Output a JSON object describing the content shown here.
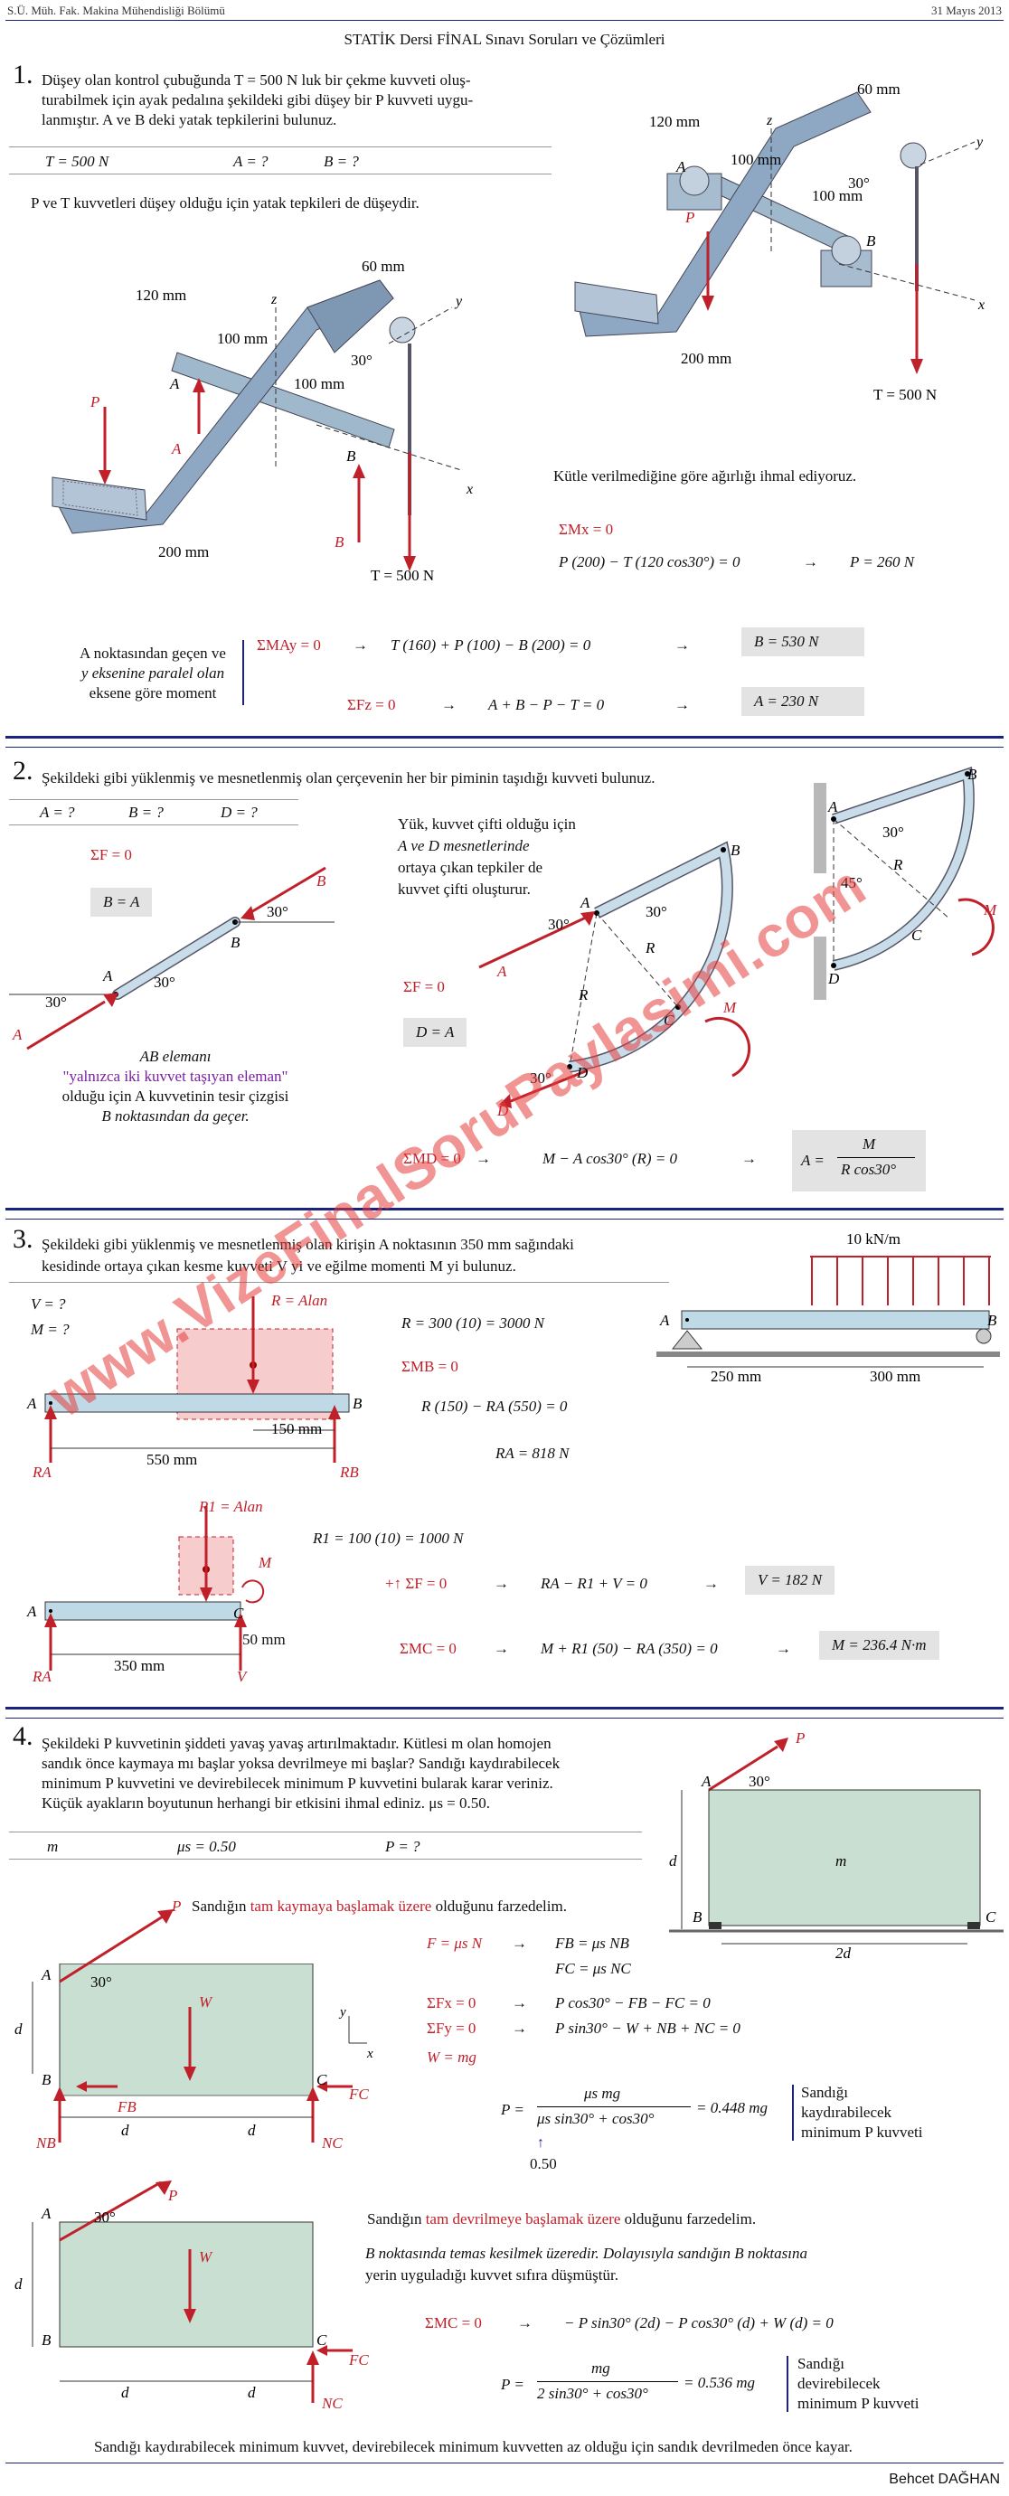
{
  "header": {
    "left": "S.Ü. Müh. Fak. Makina Mühendisliği Bölümü",
    "center": "STATİK Dersi FİNAL Sınavı Soruları ve Çözümleri",
    "right": "31 Mayıs 2013"
  },
  "p1": {
    "num": "1.",
    "text1": "Düşey olan kontrol çubuğunda T = 500 N luk bir çekme kuvveti oluş-",
    "text2": "turabilmek için ayak pedalına şekildeki gibi düşey bir P kuvveti uygu-",
    "text3": "lanmıştır. A ve B deki yatak tepkilerini bulunuz.",
    "given": [
      "T = 500 N",
      "A = ?",
      "B = ?"
    ],
    "note": "P ve T kuvvetleri düşey olduğu için yatak tepkileri de düşeydir.",
    "weight_note": "Kütle verilmediğine göre ağırlığı ihmal ediyoruz.",
    "eq1_lhs": "ΣMx = 0",
    "eq1": "P (200) − T (120 cos30°) = 0",
    "eq1_res": "P = 260 N",
    "moment_note": [
      "A noktasından geçen ve",
      "y eksenine paralel olan",
      "eksene göre moment"
    ],
    "eq2_lhs": "ΣMAy = 0",
    "eq2": "T (160) + P (100) − B (200) = 0",
    "eq2_res": "B = 530 N",
    "eq3_lhs": "ΣFz = 0",
    "eq3": "A + B − P − T = 0",
    "eq3_res": "A = 230 N",
    "fig_labels": {
      "d60": "60 mm",
      "d120": "120 mm",
      "d100a": "100 mm",
      "d100b": "100 mm",
      "d200": "200 mm",
      "a30": "30°",
      "T": "T = 500 N",
      "P": "P",
      "A": "A",
      "B": "B",
      "x": "x",
      "y": "y",
      "z": "z"
    }
  },
  "p2": {
    "num": "2.",
    "text": "Şekildeki gibi yüklenmiş ve mesnetlenmiş olan çerçevenin her bir piminin taşıdığı kuvveti bulunuz.",
    "given": [
      "A = ?",
      "B = ?",
      "D = ?"
    ],
    "sf1": "ΣF = 0",
    "bA": "B = A",
    "member_note": [
      "AB elemanı",
      "\"yalnızca iki kuvvet taşıyan eleman\"",
      "olduğu için A kuvvetinin tesir çizgisi",
      "B noktasından da geçer."
    ],
    "couple_note": [
      "Yük, kuvvet çifti olduğu için",
      "A ve D mesnetlerinde",
      "ortaya çıkan tepkiler de",
      "kuvvet çifti oluşturur."
    ],
    "sf2": "ΣF = 0",
    "dA": "D = A",
    "md_lhs": "ΣMD = 0",
    "md_eq": "M − A cos30° (R) = 0",
    "md_res_num": "M",
    "md_res_den": "R cos30°",
    "md_res_lhs": "A =",
    "fig_labels": {
      "A": "A",
      "B": "B",
      "C": "C",
      "D": "D",
      "R": "R",
      "M": "M",
      "a30": "30°",
      "a45": "45°"
    }
  },
  "p3": {
    "num": "3.",
    "text1": "Şekildeki gibi yüklenmiş ve mesnetlenmiş olan kirişin A noktasının 350 mm sağındaki",
    "text2": "kesidinde ortaya çıkan kesme kuvveti V yi ve eğilme momenti M yi bulunuz.",
    "given": [
      "V = ?",
      "M = ?"
    ],
    "load": "10 kN/m",
    "d250": "250 mm",
    "d300": "300 mm",
    "d550": "550 mm",
    "d150": "150 mm",
    "d350": "350 mm",
    "d50": "50 mm",
    "R_alan": "R = Alan",
    "R1_alan": "R1 = Alan",
    "eqR": "R = 300 (10) = 3000 N",
    "mb_lhs": "ΣMB = 0",
    "mb_eq": "R (150) − RA (550) = 0",
    "ra": "RA = 818 N",
    "eqR1": "R1 = 100 (10) = 1000 N",
    "sf_lhs": "+↑ ΣF = 0",
    "sf_eq": "RA − R1 + V = 0",
    "v_res": "V = 182 N",
    "mc_lhs": "ΣMC = 0",
    "mc_eq": "M + R1 (50) − RA (350) = 0",
    "m_res": "M = 236.4 N·m",
    "fig_labels": {
      "A": "A",
      "B": "B",
      "C": "C",
      "RA": "RA",
      "RB": "RB",
      "V": "V",
      "M": "M"
    }
  },
  "p4": {
    "num": "4.",
    "text1": "Şekildeki P kuvvetinin şiddeti yavaş yavaş artırılmaktadır. Kütlesi m olan homojen",
    "text2": "sandık önce kaymaya mı başlar yoksa devrilmeye mi başlar? Sandığı kaydırabilecek",
    "text3": "minimum P kuvvetini ve devirebilecek minimum P kuvvetini bularak karar veriniz.",
    "text4": "Küçük ayakların boyutunun herhangi bir etkisini ihmal ediniz. μs = 0.50.",
    "given": [
      "m",
      "μs = 0.50",
      "P = ?"
    ],
    "slide_pre": "Sandığın ",
    "slide_red": "tam kaymaya başlamak üzere",
    "slide_post": " olduğunu farzedelim.",
    "f_lhs": "F = μs N",
    "fb": "FB = μs NB",
    "fc": "FC = μs NC",
    "sfx_lhs": "ΣFx = 0",
    "sfx": "P cos30° − FB − FC = 0",
    "sfy_lhs": "ΣFy = 0",
    "sfy": "P sin30° − W + NB + NC = 0",
    "w": "W = mg",
    "p1_num": "μs mg",
    "p1_den": "μs sin30° + cos30°",
    "p1_res": "= 0.448 mg",
    "mu_val": "0.50",
    "note1": [
      "Sandığı",
      "kaydırabilecek",
      "minimum P kuvveti"
    ],
    "tip_pre": "Sandığın ",
    "tip_red": "tam devrilmeye başlamak üzere",
    "tip_post": " olduğunu farzedelim.",
    "tip_text1": "B noktasında temas kesilmek üzeredir. Dolayısıyla sandığın B noktasına",
    "tip_text2": "yerin uyguladığı kuvvet sıfıra düşmüştür.",
    "mc_lhs": "ΣMC = 0",
    "mc_eq": "− P sin30° (2d) − P cos30° (d) + W (d) = 0",
    "p2_num": "mg",
    "p2_den": "2 sin30° + cos30°",
    "p2_res": "= 0.536 mg",
    "note2": [
      "Sandığı",
      "devirebilecek",
      "minimum P kuvveti"
    ],
    "conclusion": "Sandığı kaydırabilecek minimum kuvvet, devirebilecek minimum kuvvetten az olduğu için sandık devrilmeden önce kayar.",
    "fig_labels": {
      "P": "P",
      "A": "A",
      "B": "B",
      "C": "C",
      "d": "d",
      "2d": "2d",
      "m": "m",
      "a30": "30°",
      "W": "W",
      "FB": "FB",
      "FC": "FC",
      "NB": "NB",
      "NC": "NC",
      "x": "x",
      "y": "y"
    }
  },
  "watermark": "www.VizeFinalSoruPaylasimi.com",
  "signature": "Behcet DAĞHAN",
  "colors": {
    "red": "#c0202a",
    "blue": "#1a237e",
    "box_fill": "#c9dfd2",
    "beam_fill": "#bfd9e6",
    "load_fill": "#f7cccc"
  }
}
